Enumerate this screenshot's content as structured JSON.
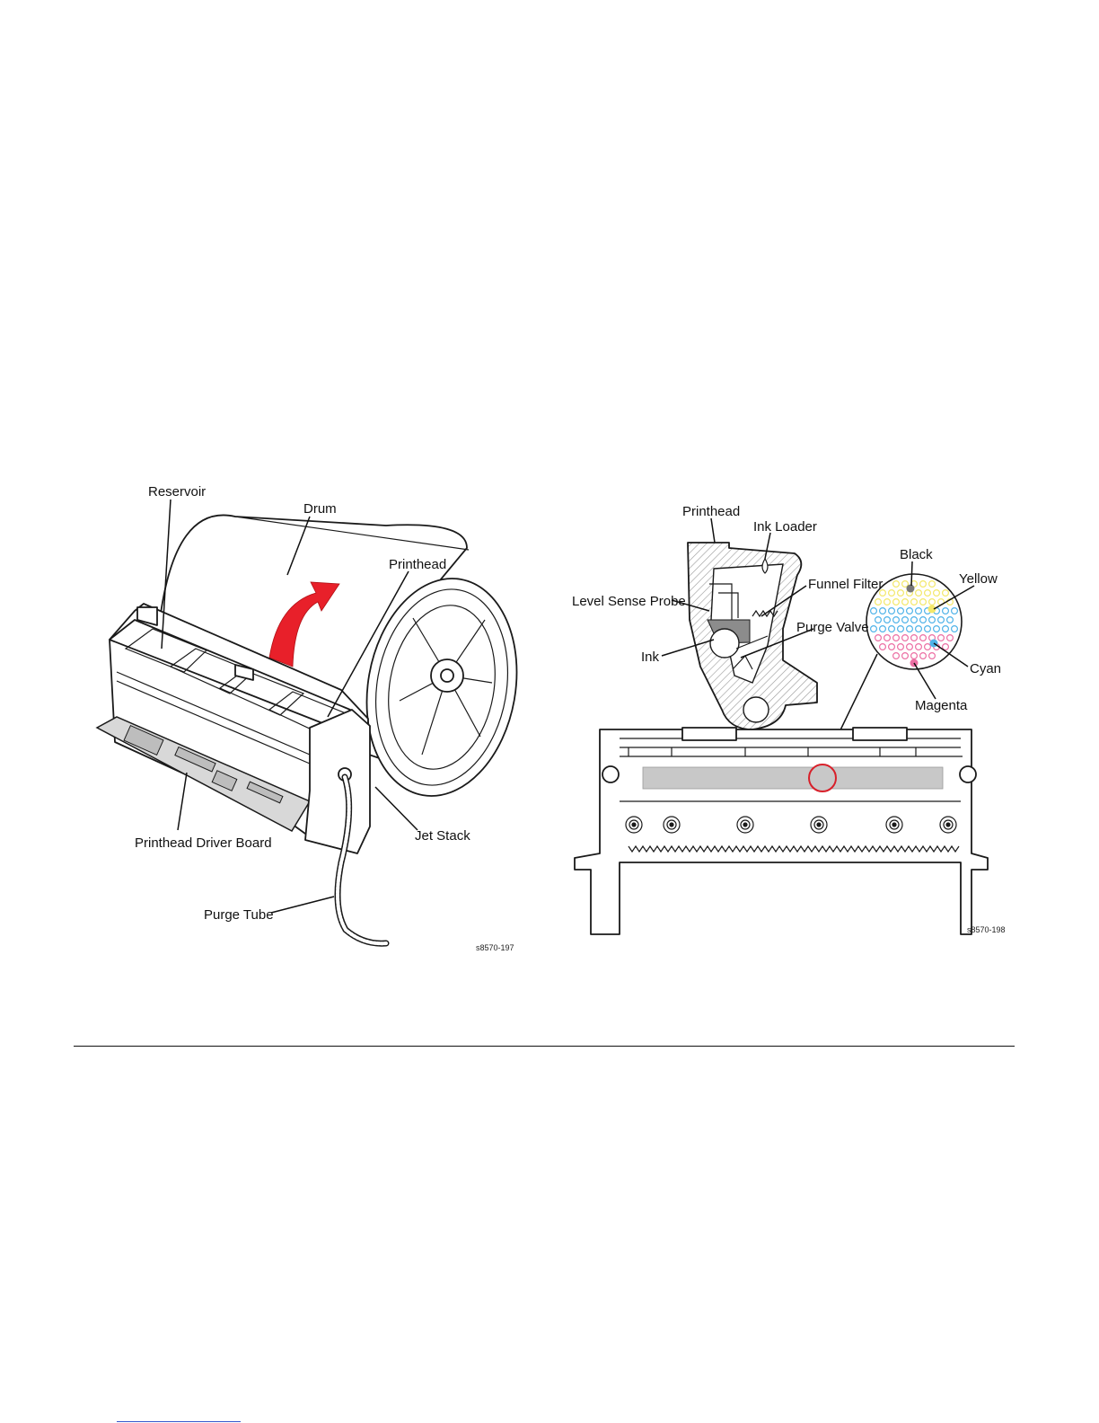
{
  "left_figure": {
    "labels": {
      "reservoir": "Reservoir",
      "drum": "Drum",
      "printhead": "Printhead",
      "printhead_driver_board": "Printhead Driver Board",
      "jet_stack": "Jet Stack",
      "purge_tube": "Purge Tube"
    },
    "figure_id": "s8570-197",
    "arrow_color": "#e8202a"
  },
  "right_figure": {
    "labels": {
      "printhead": "Printhead",
      "ink_loader": "Ink Loader",
      "funnel_filter": "Funnel Filter",
      "level_sense_probe": "Level Sense Probe",
      "purge_valve": "Purge Valve",
      "ink": "Ink",
      "black": "Black",
      "yellow": "Yellow",
      "cyan": "Cyan",
      "magenta": "Magenta"
    },
    "figure_id": "s8570-198",
    "colors": {
      "black": "#777777",
      "yellow": "#f3e86a",
      "cyan": "#4fb3e8",
      "magenta": "#ec6fa4",
      "highlight_ring": "#d8202a",
      "jet_strip": "#c8c8c8"
    }
  }
}
